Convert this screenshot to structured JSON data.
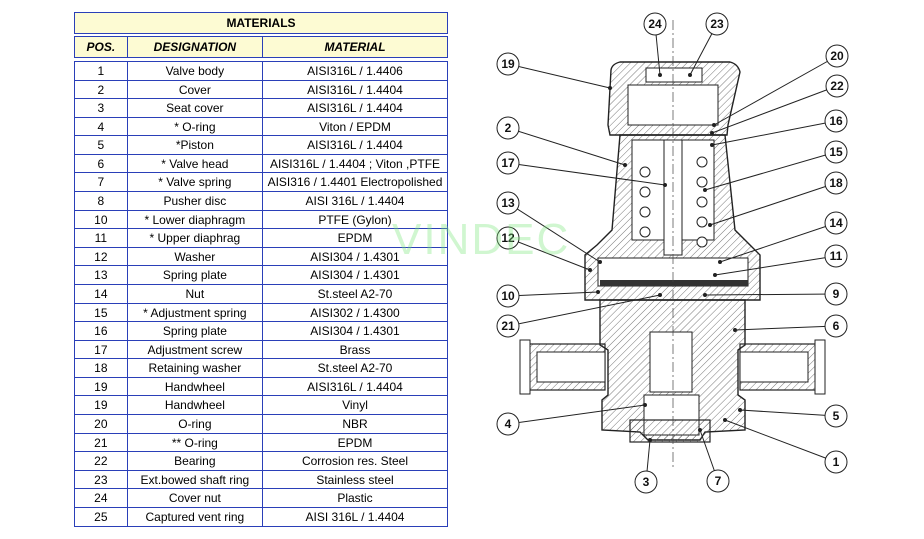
{
  "title": "MATERIALS",
  "headers": {
    "pos": "POS.",
    "designation": "DESIGNATION",
    "material": "MATERIAL"
  },
  "rows": [
    {
      "pos": "1",
      "designation": "Valve body",
      "material": "AISI316L / 1.4406"
    },
    {
      "pos": "2",
      "designation": "Cover",
      "material": "AISI316L / 1.4404"
    },
    {
      "pos": "3",
      "designation": "Seat cover",
      "material": "AISI316L / 1.4404"
    },
    {
      "pos": "4",
      "designation": "* O-ring",
      "material": "Viton / EPDM"
    },
    {
      "pos": "5",
      "designation": "*Piston",
      "material": "AISI316L / 1.4404"
    },
    {
      "pos": "6",
      "designation": "* Valve head",
      "material": "AISI316L / 1.4404 ; Viton ,PTFE"
    },
    {
      "pos": "7",
      "designation": "* Valve spring",
      "material": "AISI316 / 1.4401 Electropolished"
    },
    {
      "pos": "8",
      "designation": "Pusher disc",
      "material": "AISI 316L / 1.4404"
    },
    {
      "pos": "10",
      "designation": "* Lower diaphragm",
      "material": "PTFE (Gylon)"
    },
    {
      "pos": "11",
      "designation": "* Upper diaphrag",
      "material": "EPDM"
    },
    {
      "pos": "12",
      "designation": "Washer",
      "material": "AISI304 / 1.4301"
    },
    {
      "pos": "13",
      "designation": "Spring plate",
      "material": "AISI304 / 1.4301"
    },
    {
      "pos": "14",
      "designation": "Nut",
      "material": "St.steel A2-70"
    },
    {
      "pos": "15",
      "designation": "* Adjustment spring",
      "material": "AISI302 / 1.4300"
    },
    {
      "pos": "16",
      "designation": "Spring plate",
      "material": "AISI304 / 1.4301"
    },
    {
      "pos": "17",
      "designation": "Adjustment screw",
      "material": "Brass"
    },
    {
      "pos": "18",
      "designation": "Retaining washer",
      "material": "St.steel A2-70"
    },
    {
      "pos": "19",
      "designation": "Handwheel",
      "material": "AISI316L / 1.4404"
    },
    {
      "pos": "19",
      "designation": "Handwheel",
      "material": "Vinyl"
    },
    {
      "pos": "20",
      "designation": "O-ring",
      "material": "NBR"
    },
    {
      "pos": "21",
      "designation": "** O-ring",
      "material": "EPDM"
    },
    {
      "pos": "22",
      "designation": "Bearing",
      "material": "Corrosion res. Steel"
    },
    {
      "pos": "23",
      "designation": "Ext.bowed shaft ring",
      "material": "Stainless steel"
    },
    {
      "pos": "24",
      "designation": "Cover nut",
      "material": "Plastic"
    },
    {
      "pos": "25",
      "designation": "Captured vent ring",
      "material": "AISI 316L / 1.4404"
    }
  ],
  "watermark": "VINDEC",
  "callouts": [
    "24",
    "23",
    "19",
    "20",
    "22",
    "2",
    "16",
    "15",
    "17",
    "18",
    "13",
    "14",
    "12",
    "11",
    "10",
    "9",
    "21",
    "6",
    "5",
    "4",
    "1",
    "3",
    "7"
  ]
}
